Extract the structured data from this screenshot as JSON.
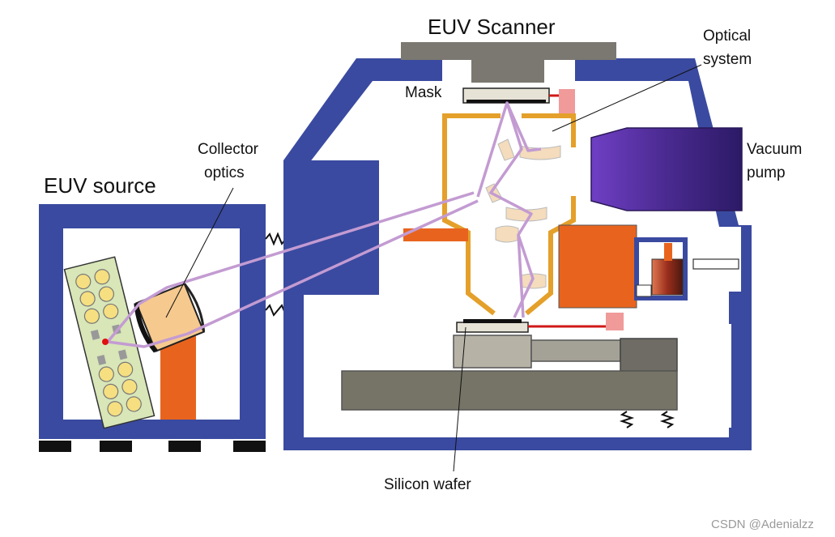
{
  "labels": {
    "euv_scanner": "EUV Scanner",
    "optical_system_line1": "Optical",
    "optical_system_line2": "system",
    "mask": "Mask",
    "vacuum_pump_line1": "Vacuum",
    "vacuum_pump_line2": "pump",
    "collector_optics_line1": "Collector",
    "collector_optics_line2": "optics",
    "euv_source": "EUV source",
    "silicon_wafer": "Silicon wafer"
  },
  "watermark": "CSDN @Adenialzz",
  "colors": {
    "frame_blue": "#3a4aa0",
    "beam_violet": "#c39bd2",
    "optics_orange": "#e4a02a",
    "block_orange": "#e8641e",
    "stage_gray": "#7a7870",
    "lamp_green": "#d8e6b8",
    "pump_purple": "#5a2d9c"
  }
}
